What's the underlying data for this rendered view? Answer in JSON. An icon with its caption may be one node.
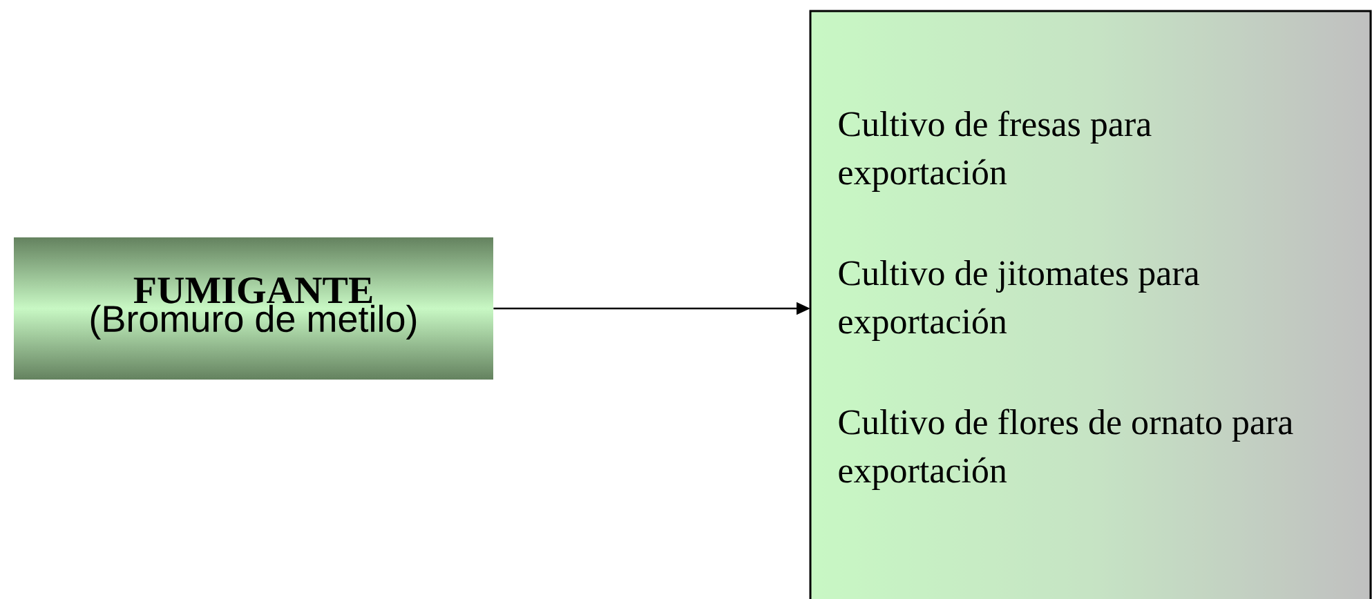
{
  "diagram": {
    "nodes": [
      {
        "text": [
          "FUMIGANTE",
          "(Bromuro de metilo)"
        ]
      },
      {
        "text": [
          "Cultivo de fresas para exportación",
          "Cultivo de jitomates para exportación",
          "Cultivo de flores de ornato para exportación"
        ]
      }
    ],
    "edges": [
      {
        "from": 0,
        "to": 1,
        "arrow": "to"
      }
    ]
  }
}
